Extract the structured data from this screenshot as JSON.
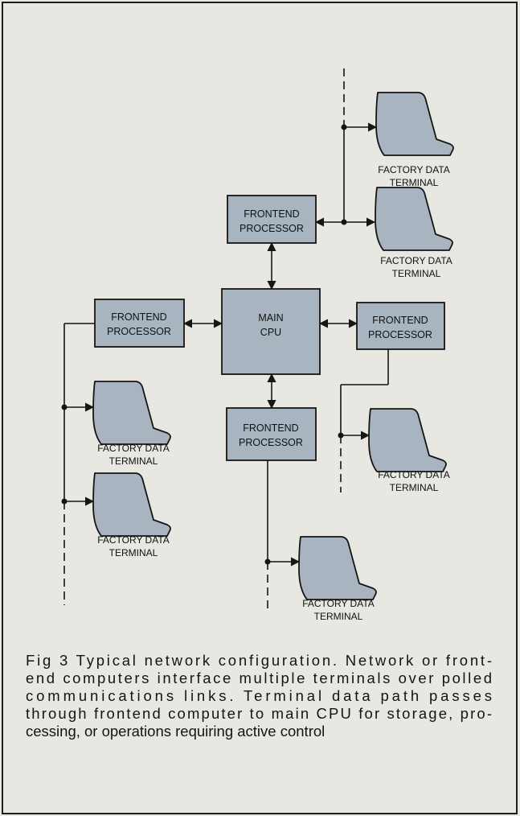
{
  "diagram": {
    "main_cpu": [
      "MAIN",
      "CPU"
    ],
    "frontend_processor": [
      "FRONTEND",
      "PROCESSOR"
    ],
    "terminal": [
      "FACTORY DATA",
      "TERMINAL"
    ]
  },
  "caption": {
    "lines": [
      "Fig 3  Typical network configuration. Network or front-",
      "end computers interface multiple terminals over polled",
      "communications links. Terminal data path passes",
      "through frontend computer to main CPU for storage, pro-",
      "cessing, or operations requiring active control"
    ]
  }
}
